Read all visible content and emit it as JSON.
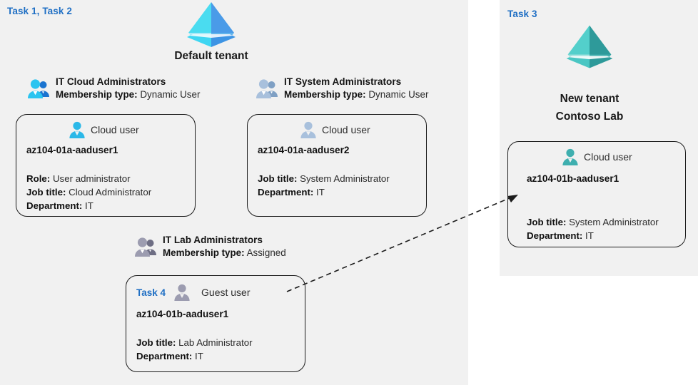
{
  "panels": {
    "left": {
      "task_label": "Task 1, Task 2"
    },
    "right": {
      "task_label": "Task 3"
    }
  },
  "tenants": [
    {
      "icon": "azure-ad-tenant-icon",
      "title": "Default tenant",
      "color": "#4AC3F0"
    },
    {
      "icon": "azure-ad-tenant-icon",
      "title_line1": "New  tenant",
      "title_line2": "Contoso Lab",
      "color": "#44BDBD"
    }
  ],
  "groups": [
    {
      "name": "IT Cloud Administrators",
      "membership_label": "Membership type:",
      "membership_value": "Dynamic User",
      "icon": "group-users-icon",
      "icon_color": "#2BC4F0"
    },
    {
      "name": "IT System Administrators",
      "membership_label": "Membership type:",
      "membership_value": "Dynamic User",
      "icon": "group-users-icon",
      "icon_color": "#A8C0DC"
    },
    {
      "name": "IT Lab Administrators",
      "membership_label": "Membership type:",
      "membership_value": "Assigned",
      "icon": "group-users-icon",
      "icon_color": "#9C9CB0"
    }
  ],
  "cards": [
    {
      "user_type": "Cloud user",
      "icon": "cloud-user-icon",
      "icon_color": "#2BB8E8",
      "upn": "az104-01a-aaduser1",
      "props": [
        {
          "label": "Role:",
          "value": "User administrator"
        },
        {
          "label": "Job title:",
          "value": "Cloud Administrator"
        },
        {
          "label": "Department:",
          "value": "IT"
        }
      ]
    },
    {
      "user_type": "Cloud user",
      "icon": "cloud-user-icon",
      "icon_color": "#A8C0DC",
      "upn": "az104-01a-aaduser2",
      "props": [
        {
          "label": "Job title:",
          "value": "System Administrator"
        },
        {
          "label": "Department:",
          "value": "IT"
        }
      ]
    },
    {
      "task_tag": "Task 4",
      "user_type": "Guest user",
      "icon": "guest-user-icon",
      "icon_color": "#9C9CB0",
      "upn": "az104-01b-aaduser1",
      "props": [
        {
          "label": "Job title:",
          "value": "Lab Administrator"
        },
        {
          "label": "Department:",
          "value": "IT"
        }
      ]
    },
    {
      "user_type": "Cloud user",
      "icon": "cloud-user-icon",
      "icon_color": "#3EAFAF",
      "upn": "az104-01b-aaduser1",
      "props": [
        {
          "label": "Job title:",
          "value": "System Administrator"
        },
        {
          "label": "Department:",
          "value": "IT"
        }
      ]
    }
  ],
  "connector": {
    "name": "guest-invite-arrow",
    "style": "dashed-arrow",
    "color": "#1b1b1b"
  }
}
